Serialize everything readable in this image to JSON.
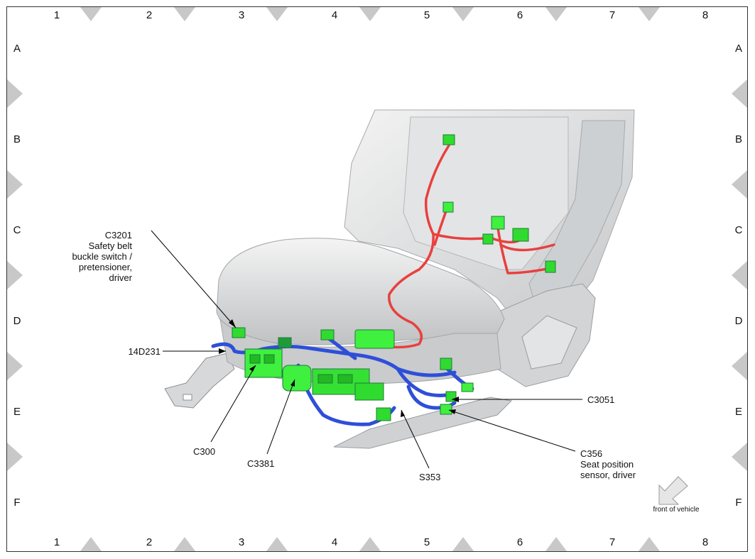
{
  "grid": {
    "columns": [
      "1",
      "2",
      "3",
      "4",
      "5",
      "6",
      "7",
      "8"
    ],
    "rows": [
      "A",
      "B",
      "C",
      "D",
      "E",
      "F"
    ]
  },
  "callouts": {
    "c3201": [
      "C3201",
      "Safety belt",
      "buckle switch /",
      "pretensioner,",
      "driver"
    ],
    "harness_14d231": "14D231",
    "c300": "C300",
    "c3381": "C3381",
    "s353": "S353",
    "c3051": "C3051",
    "c356": [
      "C356",
      "Seat position",
      "sensor, driver"
    ],
    "front_of_vehicle": "front of vehicle"
  },
  "colors": {
    "seat_shell": "#d9dadb",
    "seat_shadow": "#b9bbbd",
    "harness_front": "#2e4fd8",
    "harness_back": "#e8403f",
    "connector": "#2fdb2f",
    "connector_dark": "#1f7a3a",
    "border_triangle": "#c8c8c8"
  }
}
